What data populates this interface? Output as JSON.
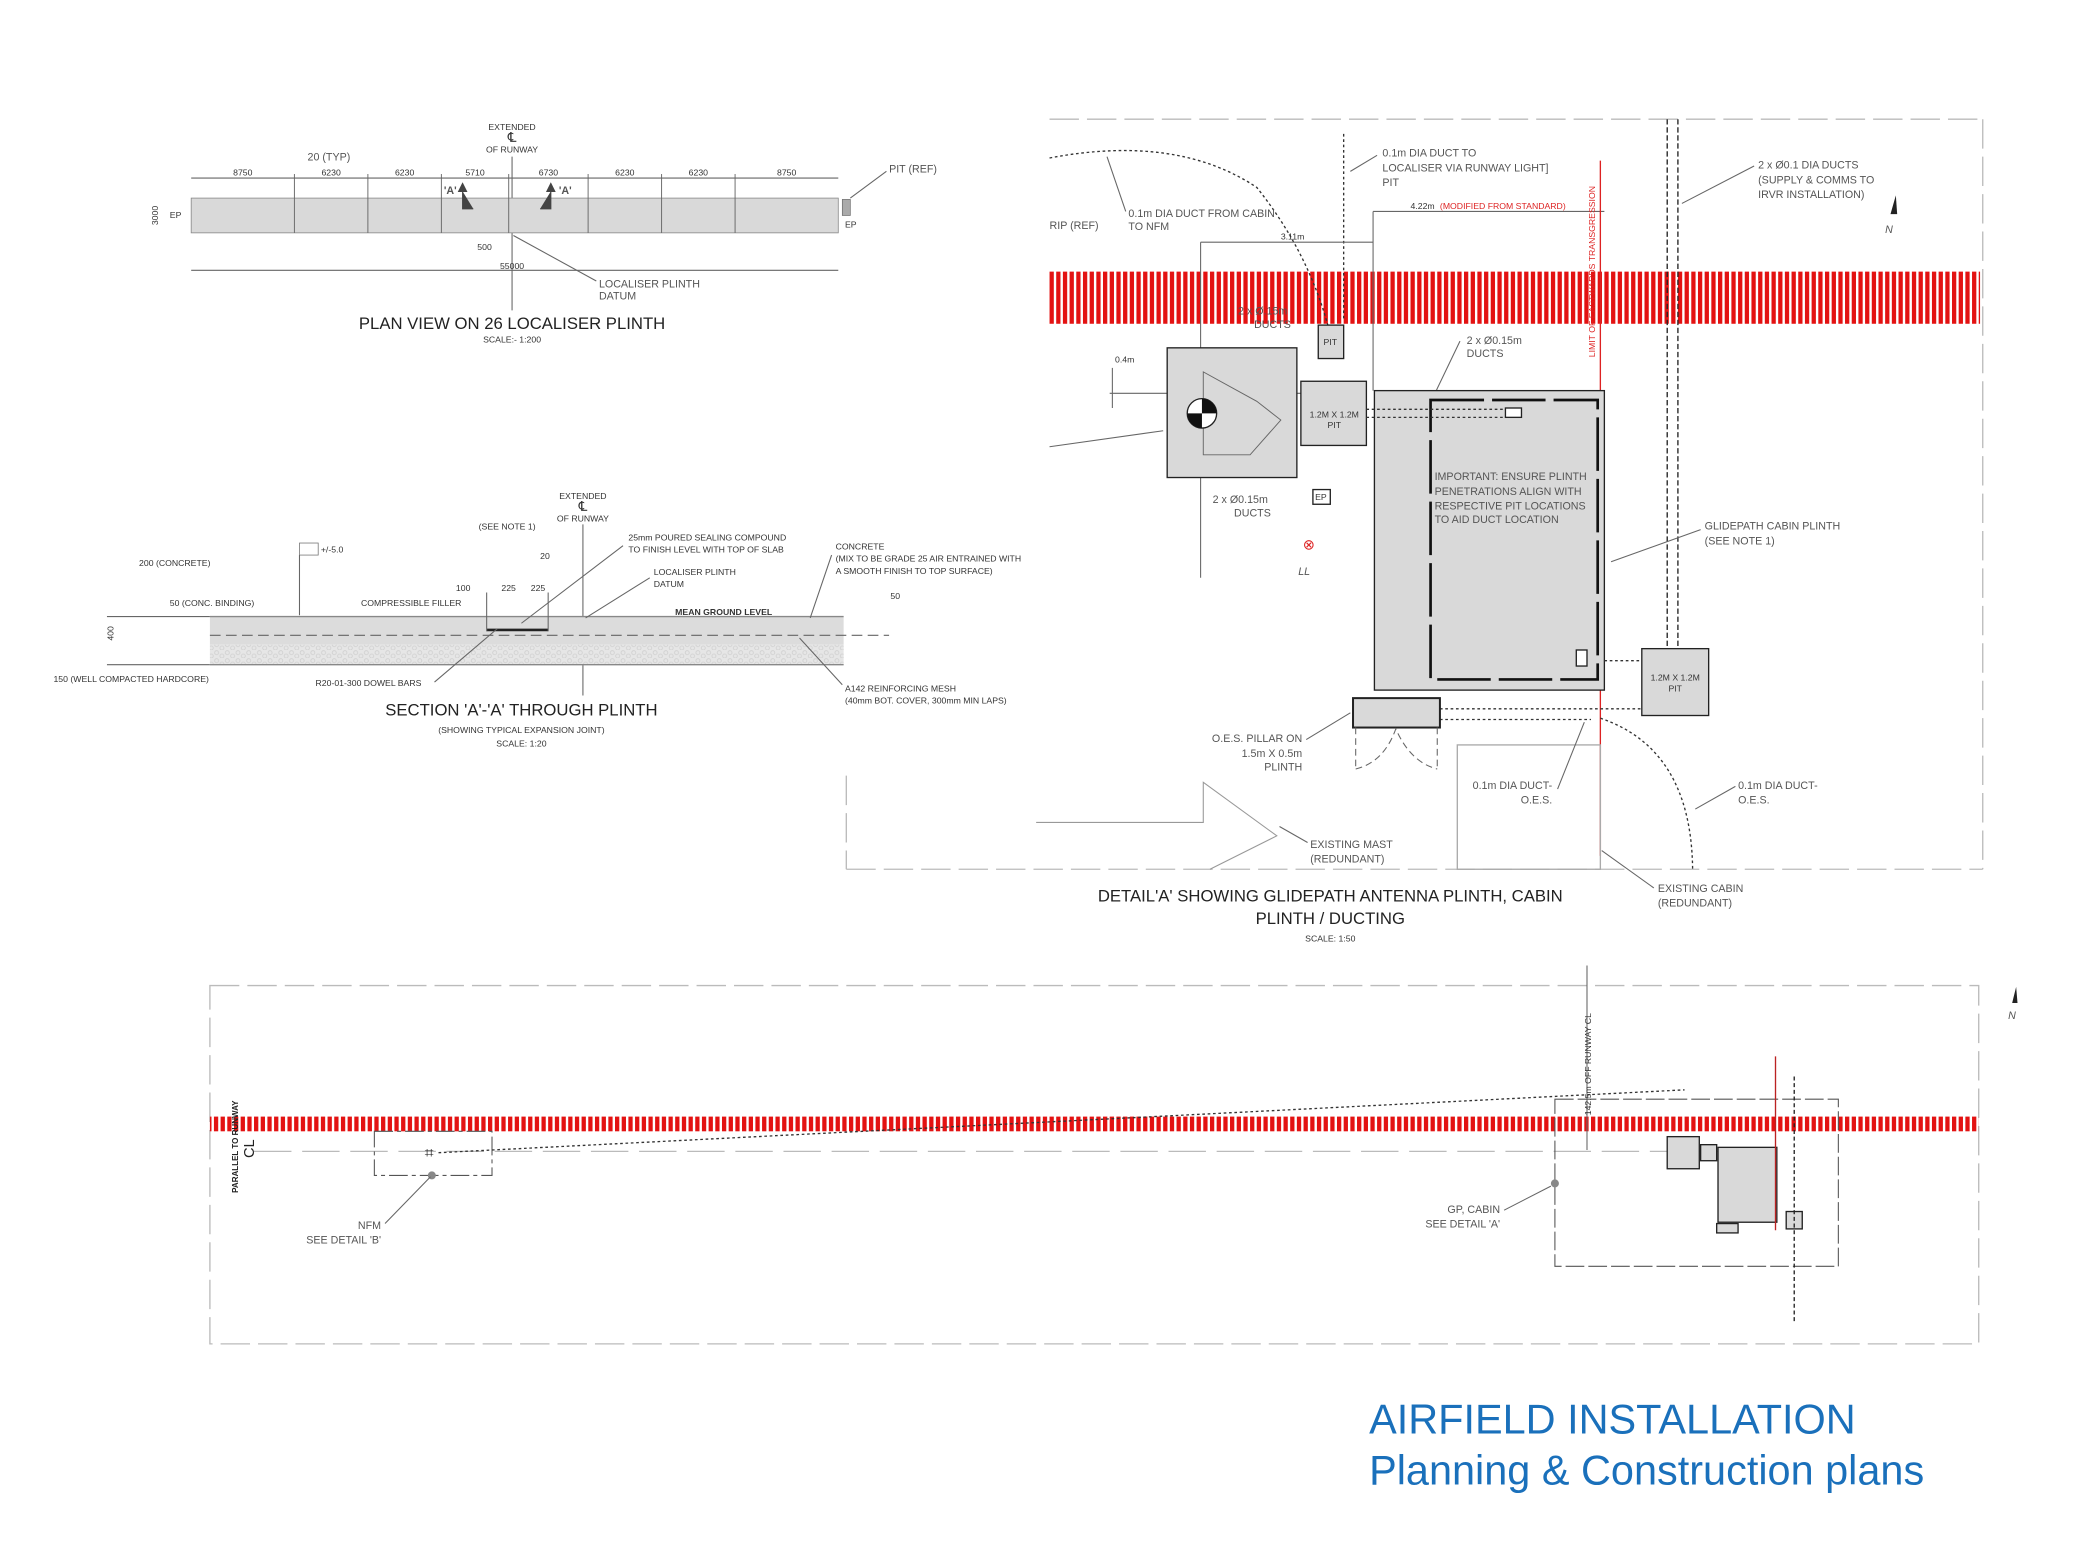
{
  "plan_view": {
    "extended_top": "EXTENDED",
    "cl_symbol": "℄",
    "of_runway": "OF RUNWAY",
    "typ_dim": "20 (TYP)",
    "segments": [
      "8750",
      "6230",
      "6230",
      "5710",
      "6730",
      "6230",
      "6230",
      "8750"
    ],
    "section_marker": "'A'",
    "width_dim": "3000",
    "ep": "EP",
    "offset_dim": "500",
    "total_dim": "55000",
    "pit_ref": "PIT (REF)",
    "datum_label_1": "LOCALISER PLINTH",
    "datum_label_2": "DATUM",
    "title": "PLAN VIEW ON 26 LOCALISER PLINTH",
    "scale": "SCALE:- 1:200"
  },
  "section": {
    "extended_top": "EXTENDED",
    "cl_symbol": "℄",
    "of_runway": "OF RUNWAY",
    "see_note": "(SEE NOTE 1)",
    "tolerance": "+/-5.0",
    "dim_20": "20",
    "dim_100": "100",
    "dim_225a": "225",
    "dim_225b": "225",
    "concrete_dim": "200 (CONCRETE)",
    "binding_dim": "50 (CONC. BINDING)",
    "depth_dim": "400",
    "hardcore_dim": "150 (WELL COMPACTED HARDCORE)",
    "compressible_filler": "COMPRESSIBLE FILLER",
    "sealing_1": "25mm POURED SEALING COMPOUND",
    "sealing_2": "TO FINISH LEVEL WITH TOP OF SLAB",
    "datum_1": "LOCALISER PLINTH",
    "datum_2": "DATUM",
    "concrete_1": "CONCRETE",
    "concrete_2": "(MIX TO BE GRADE 25 AIR ENTRAINED WITH",
    "concrete_3": "A SMOOTH FINISH TO TOP SURFACE)",
    "dim_50": "50",
    "mean_ground": "MEAN GROUND LEVEL",
    "dowel": "R20-01-300 DOWEL BARS",
    "mesh_1": "A142 REINFORCING MESH",
    "mesh_2": "(40mm BOT. COVER, 300mm MIN LAPS)",
    "title": "SECTION 'A'-'A' THROUGH PLINTH",
    "subtitle": "(SHOWING TYPICAL EXPANSION JOINT)",
    "scale": "SCALE: 1:20"
  },
  "detail_a": {
    "duct_localiser_1": "0.1m DIA DUCT TO",
    "duct_localiser_2": "LOCALISER VIA RUNWAY LIGHT]",
    "duct_localiser_3": "PIT",
    "duct_nfm_1": "0.1m DIA DUCT FROM CABIN",
    "duct_nfm_2": "TO NFM",
    "rip_ref": "RIP (REF)",
    "dim_311": "3.11m",
    "dim_422": "4.22m",
    "modified": "(MODIFIED FROM STANDARD)",
    "limit": "LIMIT OF EASTWARDS TRANSGRESSION",
    "irvr_1": "2 x Ø0.1 DIA DUCTS",
    "irvr_2": "(SUPPLY & COMMS TO",
    "irvr_3": "IRVR INSTALLATION)",
    "north": "N",
    "ducts_a_1": "2 x Ø.15m",
    "ducts_a_2": "DUCTS",
    "pit": "PIT",
    "ducts_b_1": "2 x Ø0.15m",
    "ducts_b_2": "DUCTS",
    "dim_04": "0.4m",
    "pit_12_1": "1.2M X 1.2M",
    "pit_12_2": "PIT",
    "ducts_c_1": "2 x Ø0.15m",
    "ducts_c_2": "DUCTS",
    "ep": "EP",
    "ll": "LL",
    "important_1": "IMPORTANT: ENSURE PLINTH",
    "important_2": "PENETRATIONS ALIGN WITH",
    "important_3": "RESPECTIVE PIT LOCATIONS",
    "important_4": "TO AID DUCT LOCATION",
    "cabin_plinth_1": "GLIDEPATH CABIN PLINTH",
    "cabin_plinth_2": "(SEE NOTE 1)",
    "pit2_1": "1.2M X 1.2M",
    "pit2_2": "PIT",
    "oes_1": "O.E.S. PILLAR ON",
    "oes_2": "1.5m X 0.5m",
    "oes_3": "PLINTH",
    "duct_oes_a_1": "0.1m DIA DUCT-",
    "duct_oes_a_2": "O.E.S.",
    "duct_oes_b_1": "0.1m  DIA DUCT-",
    "duct_oes_b_2": "O.E.S.",
    "mast_1": "EXISTING MAST",
    "mast_2": "(REDUNDANT)",
    "cabin_1": "EXISTING CABIN",
    "cabin_2": "(REDUNDANT)",
    "title_1": "DETAIL'A'  SHOWING GLIDEPATH ANTENNA PLINTH, CABIN",
    "title_2": "PLINTH / DUCTING",
    "scale": "SCALE: 1:50"
  },
  "site_plan": {
    "parallel": "PARALLEL TO RUNWAY",
    "cl": "CL",
    "nfm_1": "NFM",
    "nfm_2": "SEE DETAIL 'B'",
    "offset": "142.5m OFF RUNWAY CL",
    "gp_1": "GP, CABIN",
    "gp_2": "SEE DETAIL 'A'",
    "north": "N"
  },
  "branding": {
    "title": "AIRFIELD INSTALLATION",
    "subtitle": "Planning & Construction plans",
    "color": "#1a70bb"
  },
  "colors": {
    "runway_band": "#e31212",
    "plinth_fill": "#d9d9d9"
  }
}
